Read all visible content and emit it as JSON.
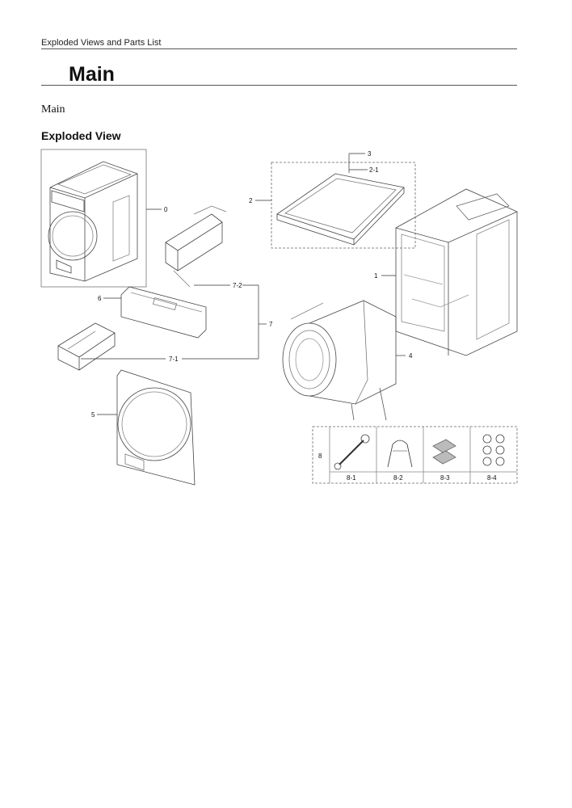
{
  "page": {
    "header": "Exploded Views and Parts List",
    "title": "Main",
    "subtitle": "Main",
    "section_heading": "Exploded View"
  },
  "callouts": {
    "c0": "0",
    "c1": "1",
    "c2": "2",
    "c2_1": "2-1",
    "c3": "3",
    "c4": "4",
    "c5": "5",
    "c6": "6",
    "c7": "7",
    "c7_1": "7-1",
    "c7_2": "7-2",
    "c8": "8",
    "c8_1": "8-1",
    "c8_2": "8-2",
    "c8_3": "8-3",
    "c8_4": "8-4"
  }
}
